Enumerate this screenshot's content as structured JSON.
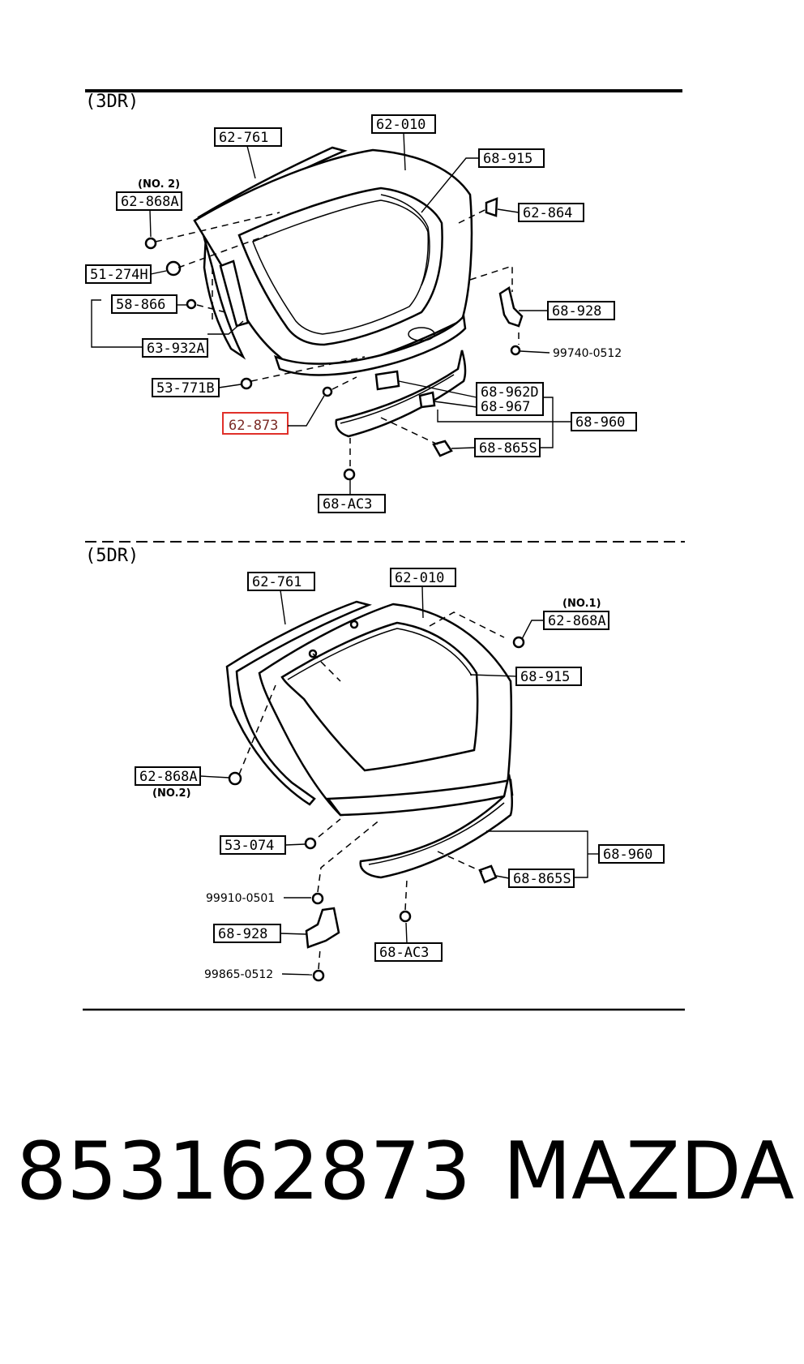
{
  "sections": {
    "three_door": "(3DR)",
    "five_door": "(5DR)"
  },
  "labels_3dr": {
    "p62761": "62-761",
    "p62010": "62-010",
    "p68915": "68-915",
    "p62864": "62-864",
    "no2": "(NO. 2)",
    "p62868a": "62-868A",
    "p51274h": "51-274H",
    "p58866": "58-866",
    "p63932a": "63-932A",
    "p68928": "68-928",
    "p99740": "99740-0512",
    "p53771b": "53-771B",
    "p68962d": "68-962D",
    "p68967": "68-967",
    "p62873": "62-873",
    "p68960": "68-960",
    "p68865s": "68-865S",
    "p68ac3": "68-AC3"
  },
  "labels_5dr": {
    "p62761": "62-761",
    "p62010": "62-010",
    "no1": "(NO.1)",
    "p62868a_top": "62-868A",
    "p68915": "68-915",
    "p62868a_left": "62-868A",
    "no2": "(NO.2)",
    "p53074": "53-074",
    "p68960": "68-960",
    "p68865s": "68-865S",
    "p99910": "99910-0501",
    "p68928": "68-928",
    "p68ac3": "68-AC3",
    "p99865": "99865-0512"
  },
  "highlight": {
    "part": "62-873",
    "color": "#e0302a"
  },
  "footer": {
    "part_number": "853162873",
    "brand": "MAZDA"
  }
}
